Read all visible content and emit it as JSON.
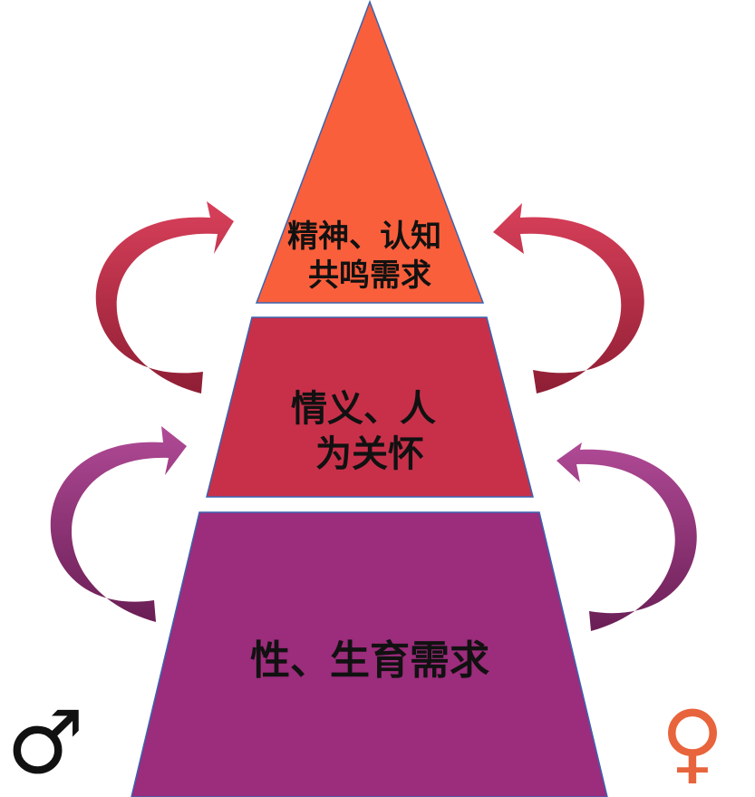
{
  "pyramid": {
    "top": {
      "lines": [
        "精神、认知",
        "共鸣需求"
      ],
      "color": "#FA5F3C"
    },
    "middle": {
      "lines": [
        "情义、人",
        "为关怀"
      ],
      "color": "#C8304A"
    },
    "bottom": {
      "lines": [
        "性、生育需求"
      ],
      "color": "#9C2C7C"
    }
  },
  "arrows": {
    "upper_color": "#C8304A",
    "lower_color": "#9C2C7C"
  },
  "symbols": {
    "male": {
      "glyph": "♂",
      "color": "#111111"
    },
    "female": {
      "glyph": "♀",
      "color": "#E8643C"
    }
  }
}
